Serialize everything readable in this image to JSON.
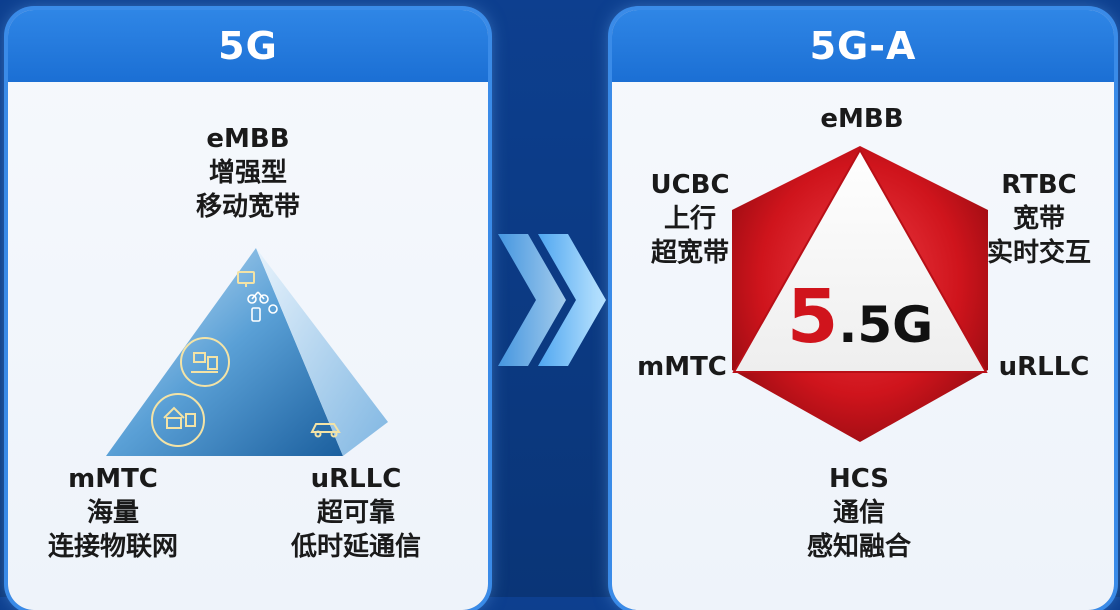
{
  "left_panel": {
    "title": "5G",
    "top_label": [
      "eMBB",
      "增强型",
      "移动宽带"
    ],
    "left_label": [
      "mMTC",
      "海量",
      "连接物联网"
    ],
    "right_label": [
      "uRLLC",
      "超可靠",
      "低时延通信"
    ]
  },
  "right_panel": {
    "title": "5G-A",
    "center_digit": "5",
    "center_rest": ".5G",
    "top": "eMBB",
    "upper_left": [
      "UCBC",
      "上行",
      "超宽带"
    ],
    "upper_right": [
      "RTBC",
      "宽带",
      "实时交互"
    ],
    "lower_left": "mMTC",
    "lower_right": "uRLLC",
    "bottom": [
      "HCS",
      "通信",
      "感知融合"
    ]
  },
  "colors": {
    "background": "#0d3f8f",
    "header": "#1f74d8",
    "hexagon_red": "#d0141c",
    "digit_red": "#d0141c",
    "pyramid_blue": "#1f6fb5"
  },
  "icons": [
    "tv-icon",
    "bike-icon",
    "phone-icon",
    "home-devices-icon",
    "smart-home-icon",
    "car-icon"
  ]
}
